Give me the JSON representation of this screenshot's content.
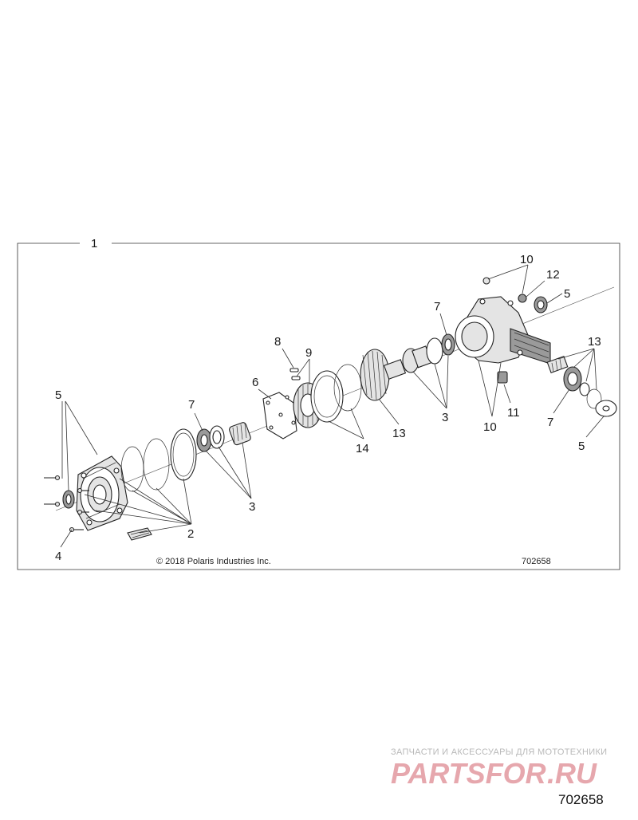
{
  "diagram": {
    "assembly_label": "1",
    "copyright": "© 2018 Polaris Industries Inc.",
    "figure_number_inner": "702658",
    "figure_number_outer": "702658",
    "callouts": {
      "c2": "2",
      "c3_left": "3",
      "c3_right": "3",
      "c4": "4",
      "c5_left": "5",
      "c5_upper_right": "5",
      "c5_lower_right": "5",
      "c6": "6",
      "c7_left": "7",
      "c7_mid": "7",
      "c7_right": "7",
      "c8": "8",
      "c9": "9",
      "c10_top": "10",
      "c10_bottom": "10",
      "c11": "11",
      "c12": "12",
      "c13_mid": "13",
      "c13_right": "13",
      "c14": "14"
    }
  },
  "watermark": {
    "tagline": "ЗАПЧАСТИ И АКСЕССУАРЫ ДЛЯ МОТОТЕХНИКИ",
    "logo_main": "PARTSFOR",
    "logo_suffix": ".RU",
    "logo_color": "#e6a7ad",
    "logo_accent": "#c9c9c9"
  }
}
